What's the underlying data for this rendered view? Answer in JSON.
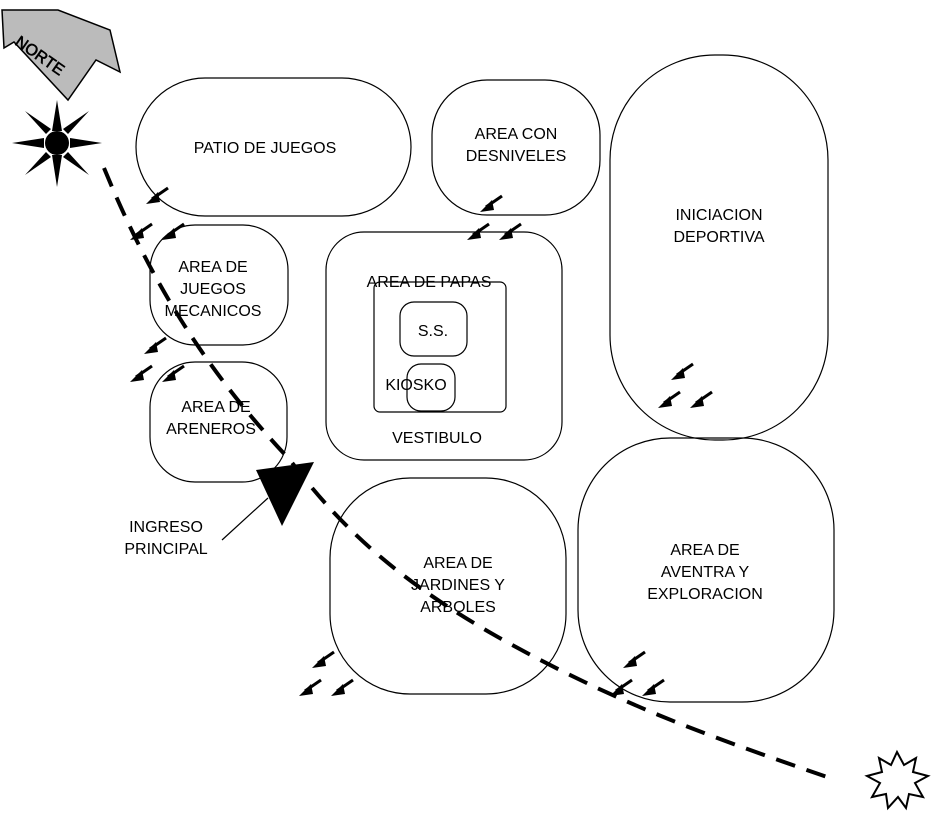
{
  "north_label": "NORTE",
  "zones": [
    {
      "id": "patio",
      "lines": [
        "PATIO DE JUEGOS"
      ]
    },
    {
      "id": "desniveles",
      "lines": [
        "AREA CON",
        "DESNIVELES"
      ]
    },
    {
      "id": "iniciacion",
      "lines": [
        "INICIACION",
        "DEPORTIVA"
      ]
    },
    {
      "id": "mecanicos",
      "lines": [
        "AREA DE",
        "JUEGOS",
        "MECANICOS"
      ]
    },
    {
      "id": "papas",
      "lines": [
        "AREA DE PAPAS"
      ]
    },
    {
      "id": "ss",
      "lines": [
        "S.S."
      ]
    },
    {
      "id": "kiosko",
      "lines": [
        "KIOSKO"
      ]
    },
    {
      "id": "vestibulo",
      "lines": [
        "VESTIBULO"
      ]
    },
    {
      "id": "areneros",
      "lines": [
        "AREA DE",
        "ARENEROS"
      ]
    },
    {
      "id": "jardines",
      "lines": [
        "AREA DE",
        "JARDINES Y",
        "ARBOLES"
      ]
    },
    {
      "id": "aventura",
      "lines": [
        "AREA DE",
        "AVENTRA Y",
        "EXPLORACION"
      ]
    }
  ],
  "ingreso": [
    "INGRESO",
    "PRINCIPAL"
  ],
  "colors": {
    "stroke": "#000000",
    "background": "#ffffff"
  }
}
